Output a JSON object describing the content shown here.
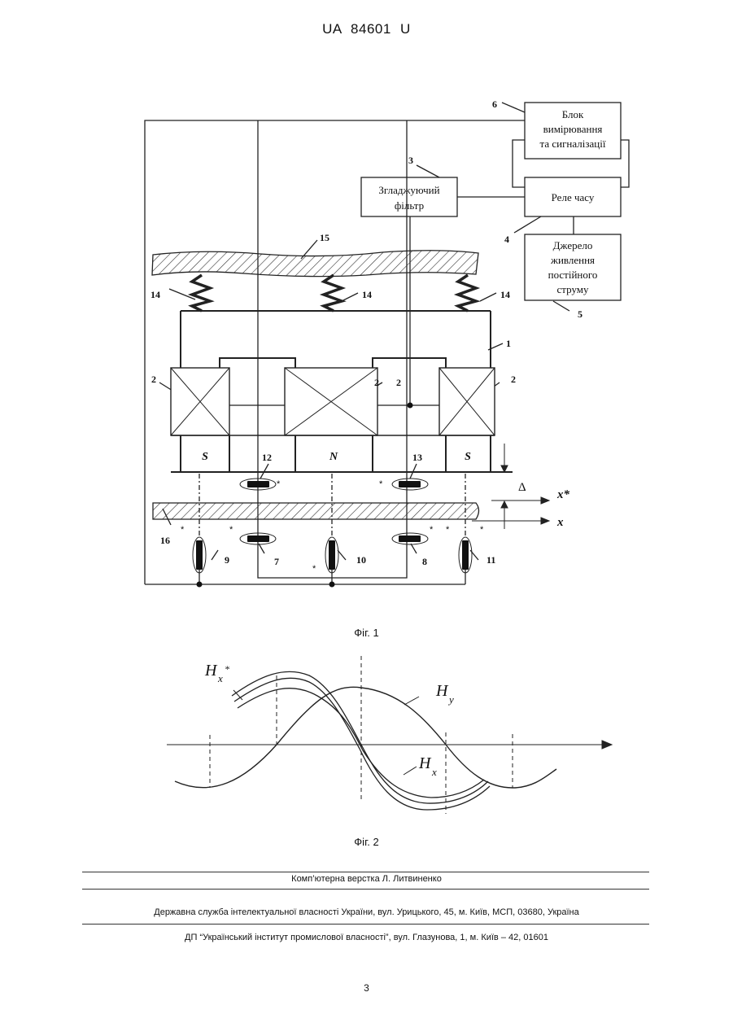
{
  "header": {
    "doc_id": "UA   84601   U"
  },
  "figure1": {
    "blocks": {
      "measure_line1": "Блок",
      "measure_line2": "вимірювання",
      "measure_line3": "та сигналізації",
      "filter_line1": "Згладжуючий",
      "filter_line2": "фільтр",
      "relay": "Реле часу",
      "source_line1": "Джерело",
      "source_line2": "живлення",
      "source_line3": "постійного",
      "source_line4": "струму"
    },
    "numbers": {
      "n1": "1",
      "n2a": "2",
      "n2b": "2",
      "n2c": "2",
      "n2d": "2",
      "n3": "3",
      "n4": "4",
      "n5": "5",
      "n6": "6",
      "n7": "7",
      "n8": "8",
      "n9": "9",
      "n10": "10",
      "n11": "11",
      "n12": "12",
      "n13": "13",
      "n14a": "14",
      "n14b": "14",
      "n14c": "14",
      "n15": "15",
      "n16": "16"
    },
    "poles": {
      "left": "S",
      "middle": "N",
      "right": "S"
    },
    "axes": {
      "gap": "Δ",
      "x_star": "x*",
      "x": "x"
    },
    "star": "*"
  },
  "figure1_caption": "Фіг. 1",
  "figure2": {
    "label_hx_star": "H",
    "label_hx_star_sub": "x",
    "label_hx_star_sup": "*",
    "label_hy": "H",
    "label_hy_sub": "y",
    "label_hx": "H",
    "label_hx_sub": "x"
  },
  "figure2_caption": "Фіг. 2",
  "footer": {
    "layout": "Комп’ютерна верстка Л. Литвиненко",
    "agency": "Державна служба інтелектуальної власності України, вул. Урицького, 45, м. Київ, МСП, 03680, Україна",
    "institute": "ДП “Український інститут промислової власності”, вул. Глазунова, 1, м. Київ – 42, 01601"
  },
  "page_number": "3"
}
